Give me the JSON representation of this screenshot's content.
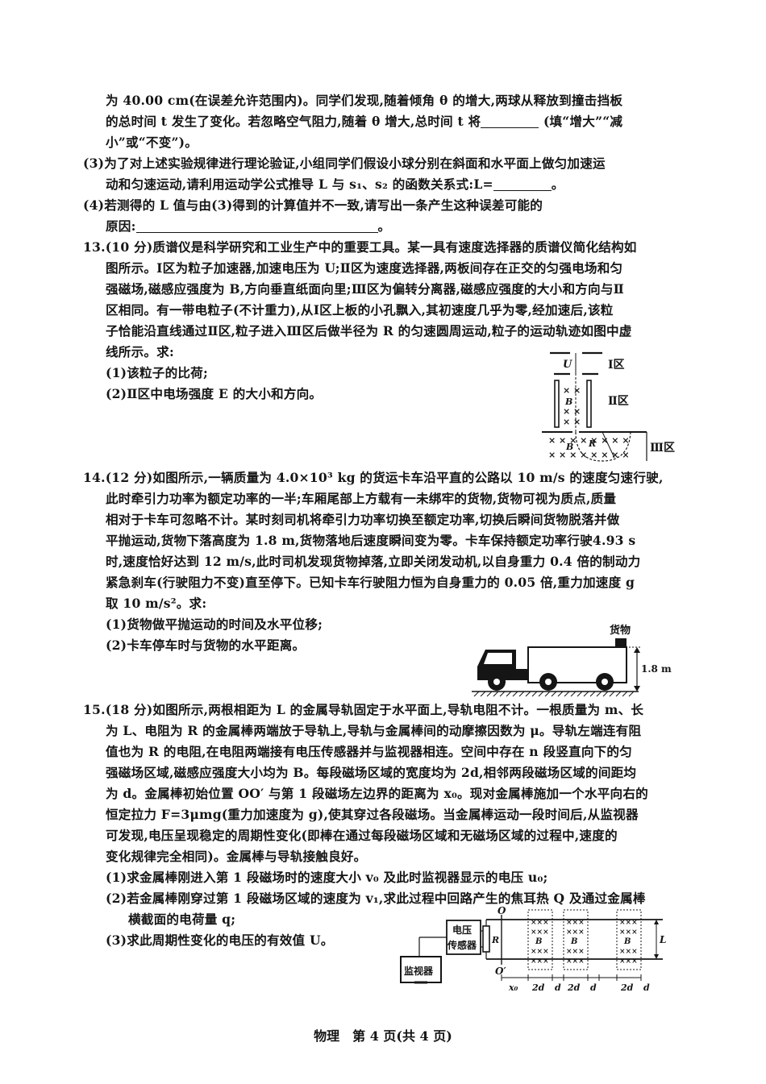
{
  "q12_cont": {
    "line1": "为 40.00 cm(在误差允许范围内)。同学们发现,随着倾角 θ 的增大,两球从释放到撞击挡板",
    "line2a": "的总时间 t 发生了变化。若忽略空气阻力,随着 θ 增大,总时间 t 将",
    "line2b": "(填“增大”“减",
    "line3": "小”或“不变”)。",
    "sub3a": "(3)为了对上述实验规律进行理论验证,小组同学们假设小球分别在斜面和水平面上做匀加速运",
    "sub3b": "动和匀速运动,请利用运动学公式推导 L 与 s₁、s₂ 的函数关系式:L=",
    "sub3b_end": "。",
    "sub4a": "(4)若测得的 L 值与由(3)得到的计算值并不一致,请写出一条产生这种误差可能的",
    "sub4b": "原因:",
    "sub4b_end": "。"
  },
  "q13": {
    "l1": "13.(10 分)质谱仪是科学研究和工业生产中的重要工具。某一具有速度选择器的质谱仪简化结构如",
    "l2": "图所示。Ⅰ区为粒子加速器,加速电压为 U;Ⅱ区为速度选择器,两板间存在正交的匀强电场和匀",
    "l3": "强磁场,磁感应强度为 B,方向垂直纸面向里;Ⅲ区为偏转分离器,磁感应强度的大小和方向与Ⅱ",
    "l4": "区相同。有一带电粒子(不计重力),从Ⅰ区上板的小孔飘入,其初速度几乎为零,经加速后,该粒",
    "l5": "子恰能沿直线通过Ⅱ区,粒子进入Ⅲ区后做半径为 R 的匀速圆周运动,粒子的运动轨迹如图中虚",
    "l6": "线所示。求:",
    "s1": "(1)该粒子的比荷;",
    "s2": "(2)Ⅱ区中电场强度 E 的大小和方向。",
    "fig": {
      "U": "U",
      "zone1": "Ⅰ区",
      "zone2": "Ⅱ区",
      "zone3": "Ⅲ区",
      "B": "B",
      "R": "R"
    }
  },
  "q14": {
    "l1": "14.(12 分)如图所示,一辆质量为 4.0×10³ kg 的货运卡车沿平直的公路以 10 m/s 的速度匀速行驶,",
    "l2": "此时牵引力功率为额定功率的一半;车厢尾部上方载有一未绑牢的货物,货物可视为质点,质量",
    "l3": "相对于卡车可忽略不计。某时刻司机将牵引力功率切换至额定功率,切换后瞬间货物脱落并做",
    "l4": "平抛运动,货物下落高度为 1.8 m,货物落地后速度瞬间变为零。卡车保持额定功率行驶4.93 s",
    "l5": "时,速度恰好达到 12 m/s,此时司机发现货物掉落,立即关闭发动机,以自身重力 0.4 倍的制动力",
    "l6": "紧急刹车(行驶阻力不变)直至停下。已知卡车行驶阻力恒为自身重力的 0.05 倍,重力加速度 g",
    "l7": "取 10 m/s²。求:",
    "s1": "(1)货物做平抛运动的时间及水平位移;",
    "s2": "(2)卡车停车时与货物的水平距离。",
    "fig": {
      "cargo": "货物",
      "height": "1.8 m"
    }
  },
  "q15": {
    "l1": "15.(18 分)如图所示,两根相距为 L 的金属导轨固定于水平面上,导轨电阻不计。一根质量为 m、长",
    "l2": "为 L、电阻为 R 的金属棒两端放于导轨上,导轨与金属棒间的动摩擦因数为 μ。导轨左端连有阻",
    "l3": "值也为 R 的电阻,在电阻两端接有电压传感器并与监视器相连。空间中存在 n 段竖直向下的匀",
    "l4": "强磁场区域,磁感应强度大小均为 B。每段磁场区域的宽度均为 2d,相邻两段磁场区域的间距均",
    "l5": "为 d。金属棒初始位置 OO′ 与第 1 段磁场左边界的距离为 x₀。现对金属棒施加一个水平向右的",
    "l6": "恒定拉力 F=3μmg(重力加速度为 g),使其穿过各段磁场。当金属棒运动一段时间后,从监视器",
    "l7": "可发现,电压呈现稳定的周期性变化(即棒在通过每段磁场区域和无磁场区域的过程中,速度的",
    "l8": "变化规律完全相同)。金属棒与导轨接触良好。",
    "s1": "(1)求金属棒刚进入第 1 段磁场时的速度大小 v₀ 及此时监视器显示的电压 u₀;",
    "s2a": "(2)若金属棒刚穿过第 1 段磁场区域的速度为 v₁,求此过程中回路产生的焦耳热 Q 及通过金属棒",
    "s2b": "横截面的电荷量 q;",
    "s3": "(3)求此周期性变化的电压的有效值 U。",
    "fig": {
      "sensor1": "电压",
      "sensor2": "传感器",
      "monitor": "监视器",
      "R": "R",
      "O": "O",
      "O2": "O′",
      "L": "L",
      "B": "B",
      "x0": "x₀",
      "twod": "2d",
      "d": "d"
    }
  },
  "footer": "物理　第 4 页(共 4 页)"
}
